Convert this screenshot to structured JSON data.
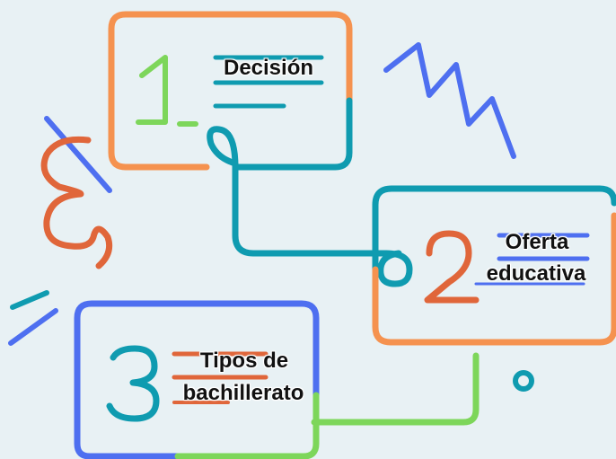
{
  "steps": [
    {
      "number": "1",
      "title": "Decisión"
    },
    {
      "number": "2",
      "title_line1": "Oferta",
      "title_line2": "educativa"
    },
    {
      "number": "3",
      "title_line1": "Tipos de",
      "title_line2": "bachillerato"
    }
  ],
  "colors": {
    "background": "#e8f1f4",
    "orange": "#f5924f",
    "teal": "#0f9bb0",
    "blue": "#4e6ff0",
    "green": "#7dd65a",
    "red_orange": "#e0663a"
  }
}
